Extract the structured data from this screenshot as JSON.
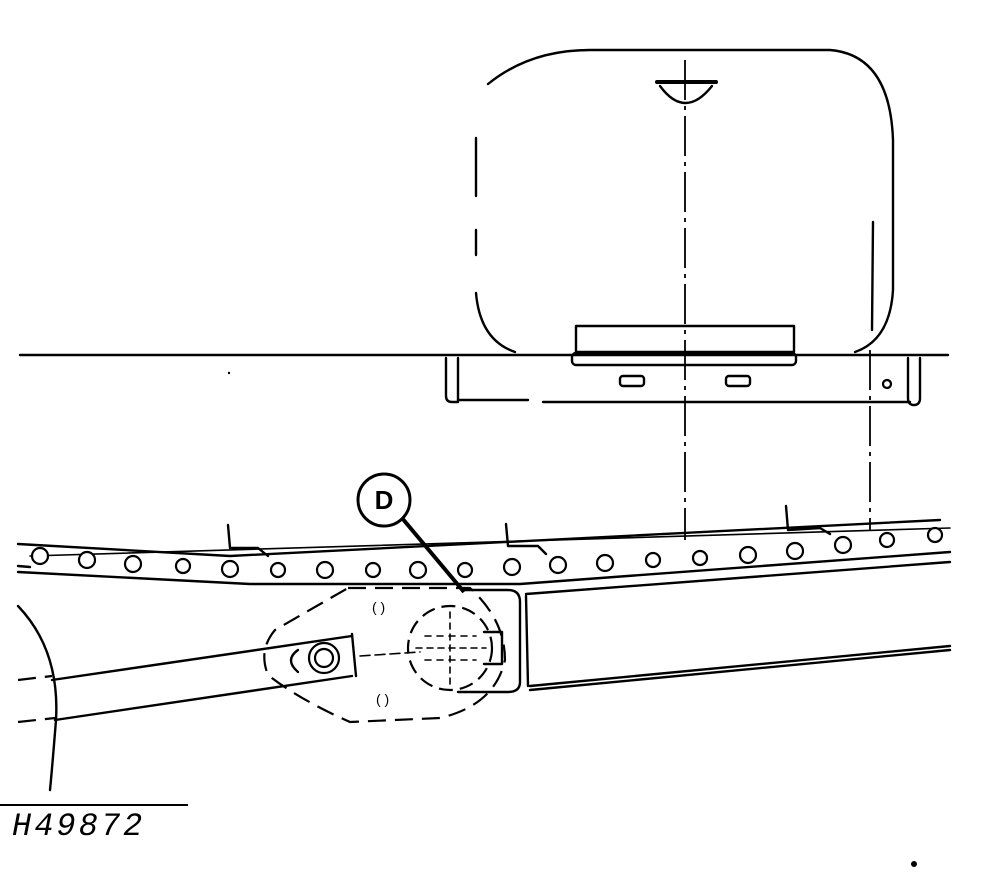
{
  "diagram": {
    "type": "technical line drawing",
    "subject": "tank mounted on bracket above chain conveyor with pivot arm and sprocket",
    "callouts": [
      {
        "label": "D",
        "target": "sprocket-guard-bracket"
      }
    ],
    "figure_id": "H49872",
    "colors": {
      "ink": "#000000",
      "paper": "#ffffff"
    },
    "components": [
      "tank",
      "tank-filler-cap",
      "mounting-bracket",
      "frame-line",
      "chain-conveyor",
      "chain-lugs",
      "sprocket",
      "pivot-plate",
      "arm",
      "nut",
      "guard-bracket",
      "wheel-arc"
    ]
  }
}
